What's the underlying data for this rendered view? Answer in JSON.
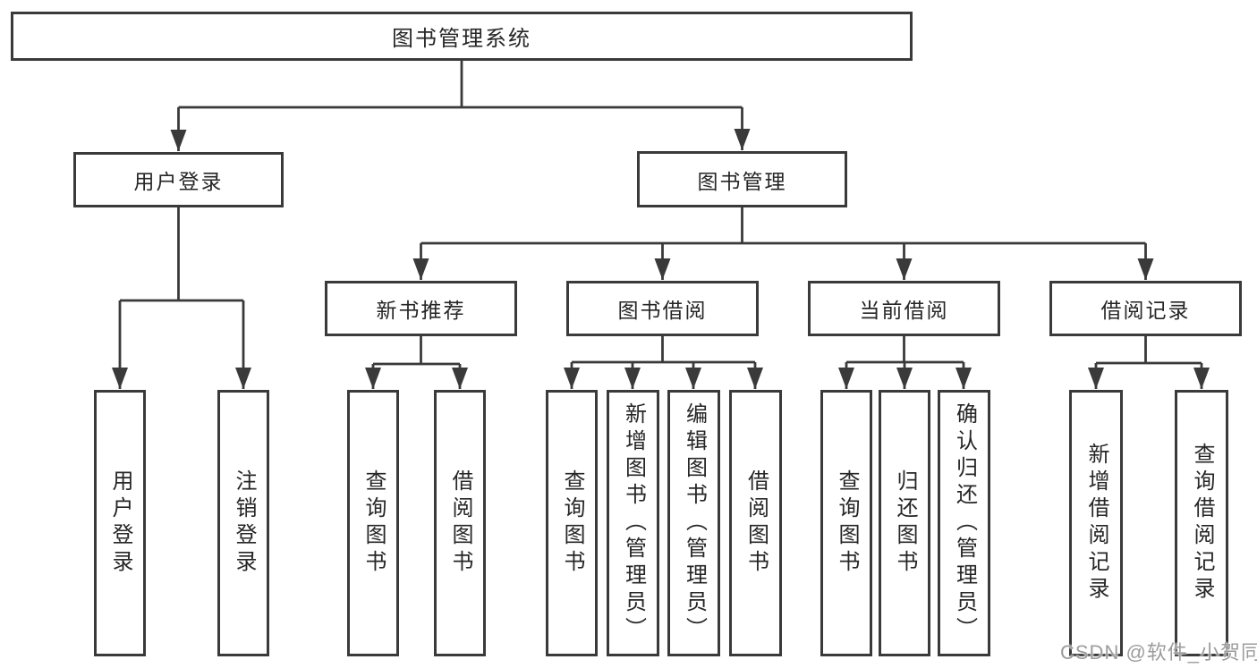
{
  "diagram": {
    "title_note": "functional decomposition tree of a library management system",
    "root": {
      "label": "图书管理系统"
    },
    "branches": [
      {
        "label": "用户登录",
        "leaves": [
          {
            "label": "用户登录"
          },
          {
            "label": "注销登录"
          }
        ]
      },
      {
        "label": "图书管理",
        "groups": [
          {
            "label": "新书推荐",
            "leaves": [
              {
                "label": "查询图书"
              },
              {
                "label": "借阅图书"
              }
            ]
          },
          {
            "label": "图书借阅",
            "leaves": [
              {
                "label": "查询图书"
              },
              {
                "label": "新增图书（管理员）"
              },
              {
                "label": "编辑图书（管理员）"
              },
              {
                "label": "借阅图书"
              }
            ]
          },
          {
            "label": "当前借阅",
            "leaves": [
              {
                "label": "查询图书"
              },
              {
                "label": "归还图书"
              },
              {
                "label": "确认归还（管理员）"
              }
            ]
          },
          {
            "label": "借阅记录",
            "leaves": [
              {
                "label": "新增借阅记录"
              },
              {
                "label": "查询借阅记录"
              }
            ]
          }
        ]
      }
    ]
  },
  "watermark": {
    "text": "CSDN @软件_小贺同学"
  },
  "colors": {
    "background": "#ffffff",
    "box_border": "#3a3a3a",
    "connector": "#3a3a3a",
    "text": "#262626",
    "watermark": "#9c9c9c"
  }
}
